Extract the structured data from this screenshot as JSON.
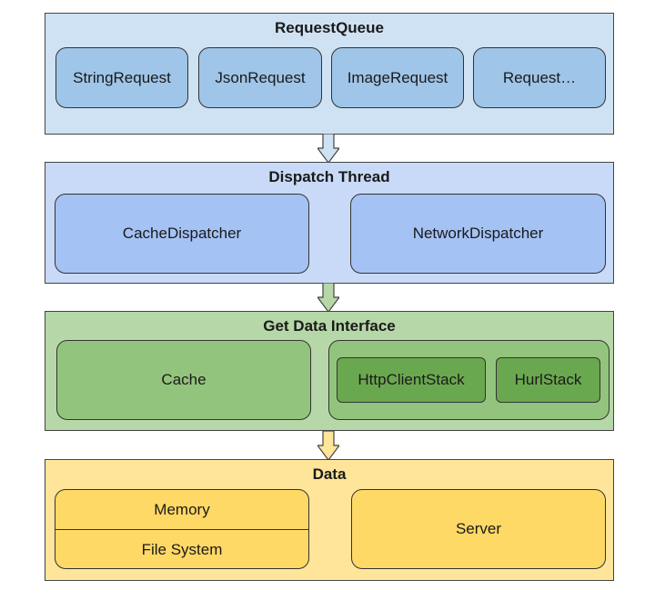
{
  "layers": [
    {
      "title": "RequestQueue",
      "items": [
        "StringRequest",
        "JsonRequest",
        "ImageRequest",
        "Request…"
      ]
    },
    {
      "title": "Dispatch Thread",
      "items": [
        "CacheDispatcher",
        "NetworkDispatcher"
      ]
    },
    {
      "title": "Get Data Interface",
      "cache": "Cache",
      "stacks": [
        "HttpClientStack",
        "HurlStack"
      ]
    },
    {
      "title": "Data",
      "storage": [
        "Memory",
        "File System"
      ],
      "server": "Server"
    }
  ],
  "arrow_colors": [
    "#cfe2f3",
    "#b6d7a8",
    "#ffe599"
  ]
}
